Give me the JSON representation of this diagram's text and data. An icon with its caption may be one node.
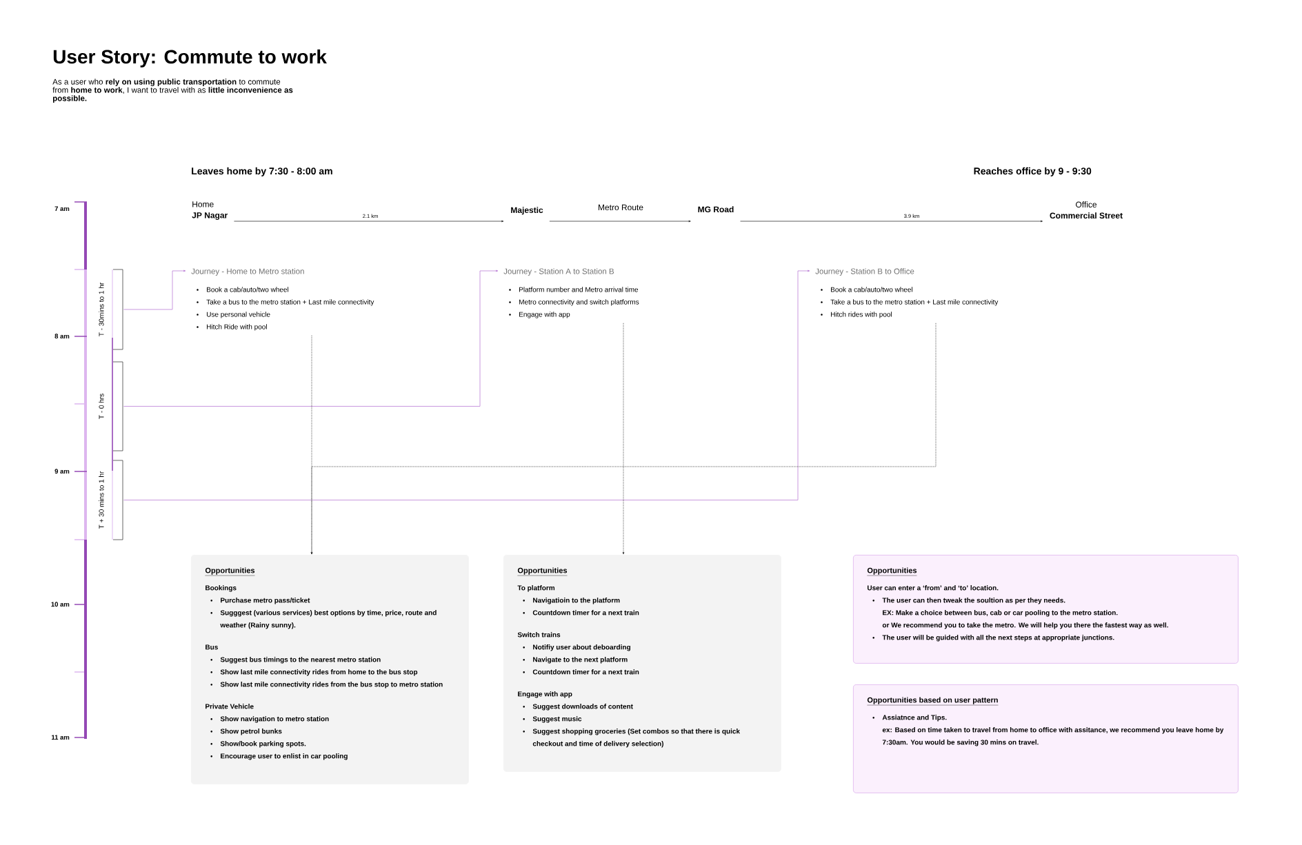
{
  "diagram": {
    "title": "User Story: Commute to work",
    "caption": "As a user who **rely on using public transportation** to commute from **home to work**, I want to travel with as **little inconvenience as possible.**",
    "nodes": [
      {
        "text": [
          "Home",
          "JP Nagar"
        ]
      },
      {
        "text": [
          "Majestic"
        ]
      },
      {
        "text": [
          "MG Road"
        ]
      },
      {
        "text": [
          "Office",
          "Commercial Street"
        ]
      },
      {
        "text": [
          "T - 30mins to 1 hr"
        ]
      },
      {
        "text": [
          "T - 0 hrs"
        ]
      },
      {
        "text": [
          "T + 30 mins to 1 hr"
        ]
      },
      {
        "text": [
          "Journey - Home to Metro station",
          "Book  a cab/auto/two wheel",
          "Take a bus to the metro station + Last mile connectivity",
          "Use personal vehicle",
          "Hitch Ride with pool"
        ]
      },
      {
        "text": [
          "Journey - Station A to Station B",
          "Platform number and Metro arrival time",
          "Metro connectivity and switch  platforms",
          "Engage with app"
        ]
      },
      {
        "text": [
          "Journey -  Station B to Office",
          "Book  a cab/auto/two wheel",
          "Take a bus to the metro station + Last mile connectivity",
          "Hitch rides with pool"
        ]
      },
      {
        "text": [
          "Opportunities",
          "Bookings",
          "Purchase metro pass/ticket",
          "Sugggest (various services) best options  by time, price, route and weather (Rainy sunny).",
          "Bus",
          "Suggest bus timings to the nearest metro station",
          "Show last mile connectivity rides from home to the bus stop",
          "Show last mile connectivity rides from the bus stop to metro station",
          "Private Vehicle",
          "Show navigation to metro station",
          "Show petrol bunks",
          "Show/book parking spots.",
          "Encourage user to enlist in car pooling"
        ]
      },
      {
        "text": [
          "Opportunities",
          "To platform",
          "Navigatioin to the platform",
          "Countdown timer for a next train",
          "Switch trains",
          "Notifiy user about deboarding",
          "Navigate to the next platform",
          "Countdown timer for a next train",
          "Engage with app",
          "Suggest downloads of content",
          "Suggest music",
          "Suggest shopping groceries (Set combos so that there is quick checkout and time of delivery selection)"
        ]
      },
      {
        "text": [
          "Opportunities",
          "User can enter a ‘from’ and ‘to’ location.",
          "The user can then tweak the soultion as per they needs.",
          "EX: Make a choice between bus, cab or car pooling to the metro station.",
          "or  We recommend you to take the metro. We will help you there the fastest way as well.",
          "The user will be guided with all the next steps at appropriate junctions."
        ]
      },
      {
        "text": [
          "Opportunities based on user pattern",
          "Assiatnce and Tips.",
          "ex: Based on time taken to travel from home to office with assitance, we recommend you leave home by 7:30am. You would be saving 30 mins on travel."
        ]
      }
    ],
    "edges": [
      {
        "from": 0,
        "to": 1,
        "arrow": "to",
        "label": "2.1 km"
      },
      {
        "from": 1,
        "to": 2,
        "arrow": "to",
        "label": "Metro Route"
      },
      {
        "from": 2,
        "to": 3,
        "arrow": "to",
        "label": "3.9 km"
      },
      {
        "from": 4,
        "to": 7,
        "arrow": "to",
        "color": "#bb7fd6"
      },
      {
        "from": 5,
        "to": 8,
        "arrow": "to",
        "color": "#bb7fd6"
      },
      {
        "from": 6,
        "to": 9,
        "arrow": "to",
        "color": "#bb7fd6"
      },
      {
        "from": 7,
        "to": 10,
        "arrow": "to",
        "style": "dashed"
      },
      {
        "from": 8,
        "to": 11,
        "arrow": "to",
        "style": "dashed"
      },
      {
        "from": 9,
        "to": 10,
        "arrow": "to",
        "style": "dashed"
      }
    ],
    "labels": [
      "Leaves home  by 7:30 - 8:00 am",
      "Reaches office  by 9 - 9:30",
      "7 am",
      "8 am",
      "9 am",
      "10 am",
      "11 am"
    ]
  }
}
